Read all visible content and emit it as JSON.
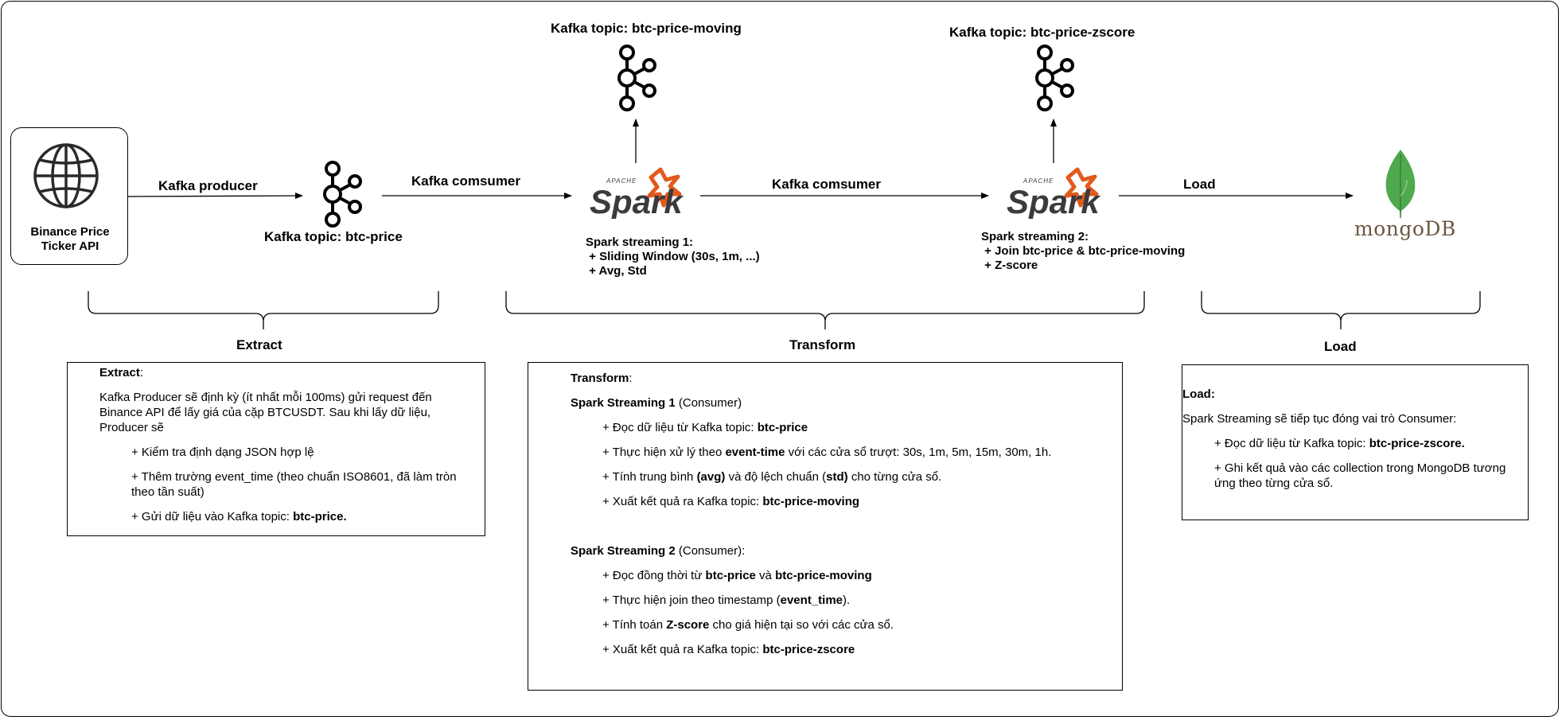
{
  "source": {
    "title_line1": "Binance Price",
    "title_line2": "Ticker API"
  },
  "edges": {
    "producer": "Kafka producer",
    "consumer1": "Kafka comsumer",
    "consumer2": "Kafka comsumer",
    "load": "Load"
  },
  "topics": {
    "price": "Kafka topic: btc-price",
    "moving": "Kafka topic: btc-price-moving",
    "zscore": "Kafka topic: btc-price-zscore"
  },
  "spark1": {
    "line1": "Spark streaming 1:",
    "line2": " + Sliding Window (30s, 1m, ...)",
    "line3": " + Avg, Std"
  },
  "spark2": {
    "line1": "Spark streaming 2:",
    "line2": " + Join btc-price & btc-price-moving",
    "line3": " + Z-score"
  },
  "sink": {
    "logo_text": "mongoDB"
  },
  "phases": {
    "extract": "Extract",
    "transform": "Transform",
    "load": "Load"
  },
  "extract_panel": {
    "heading": "Extract",
    "heading_suffix": ":",
    "intro": "Kafka Producer sẽ định kỳ (ít nhất mỗi 100ms) gửi request đến Binance API để lấy giá của cặp BTCUSDT. Sau khi lấy dữ liệu, Producer sẽ",
    "item1": "+ Kiểm tra định dạng JSON hợp lệ",
    "item2": "+ Thêm trường event_time (theo chuẩn ISO8601, đã làm tròn theo tần suất)",
    "item3_pre": "+ Gửi dữ liệu vào Kafka topic: ",
    "item3_bold": "btc-price."
  },
  "transform_panel": {
    "heading": "Transform",
    "heading_suffix": ":",
    "s1_title": "Spark Streaming 1",
    "s1_suffix": " (Consumer)",
    "s1_i1_pre": "+ Đọc dữ liệu từ Kafka topic: ",
    "s1_i1_bold": "btc-price",
    "s1_i2_pre": "+ Thực hiện xử lý theo ",
    "s1_i2_bold": "event-time",
    "s1_i2_post": " với các cửa sổ trượt: 30s, 1m, 5m, 15m, 30m, 1h.",
    "s1_i3_pre": "+ Tính trung bình ",
    "s1_i3_bold1": "(avg)",
    "s1_i3_mid": " và độ lệch chuẩn (",
    "s1_i3_bold2": "std)",
    "s1_i3_post": " cho từng cửa sổ.",
    "s1_i4_pre": "+ Xuất kết quả ra Kafka topic: ",
    "s1_i4_bold": "btc-price-moving",
    "s2_title": "Spark Streaming 2",
    "s2_suffix": " (Consumer):",
    "s2_i1_pre": "+ Đọc đồng thời từ ",
    "s2_i1_bold1": "btc-price",
    "s2_i1_mid": " và ",
    "s2_i1_bold2": "btc-price-moving",
    "s2_i2_pre": "+ Thực hiện join theo timestamp (",
    "s2_i2_bold": "event_time",
    "s2_i2_post": ").",
    "s2_i3_pre": "+ Tính toán ",
    "s2_i3_bold": "Z-score",
    "s2_i3_post": " cho giá hiện tại so với các cửa sổ.",
    "s2_i4_pre": "+ Xuất kết quả ra Kafka topic: ",
    "s2_i4_bold": "btc-price-zscore"
  },
  "load_panel": {
    "heading": "Load:",
    "intro": "Spark Streaming sẽ tiếp tục đóng vai trò Consumer:",
    "item1_pre": "+ Đọc dữ liệu từ Kafka topic: ",
    "item1_bold": "btc-price-zscore.",
    "item2": "+ Ghi kết quả vào các collection trong MongoDB tương ứng theo từng cửa sổ."
  },
  "colors": {
    "spark_orange": "#e25a1c",
    "spark_text": "#3c3a3e",
    "mongo_green": "#4fa94d",
    "mongo_text": "#6b5840"
  }
}
